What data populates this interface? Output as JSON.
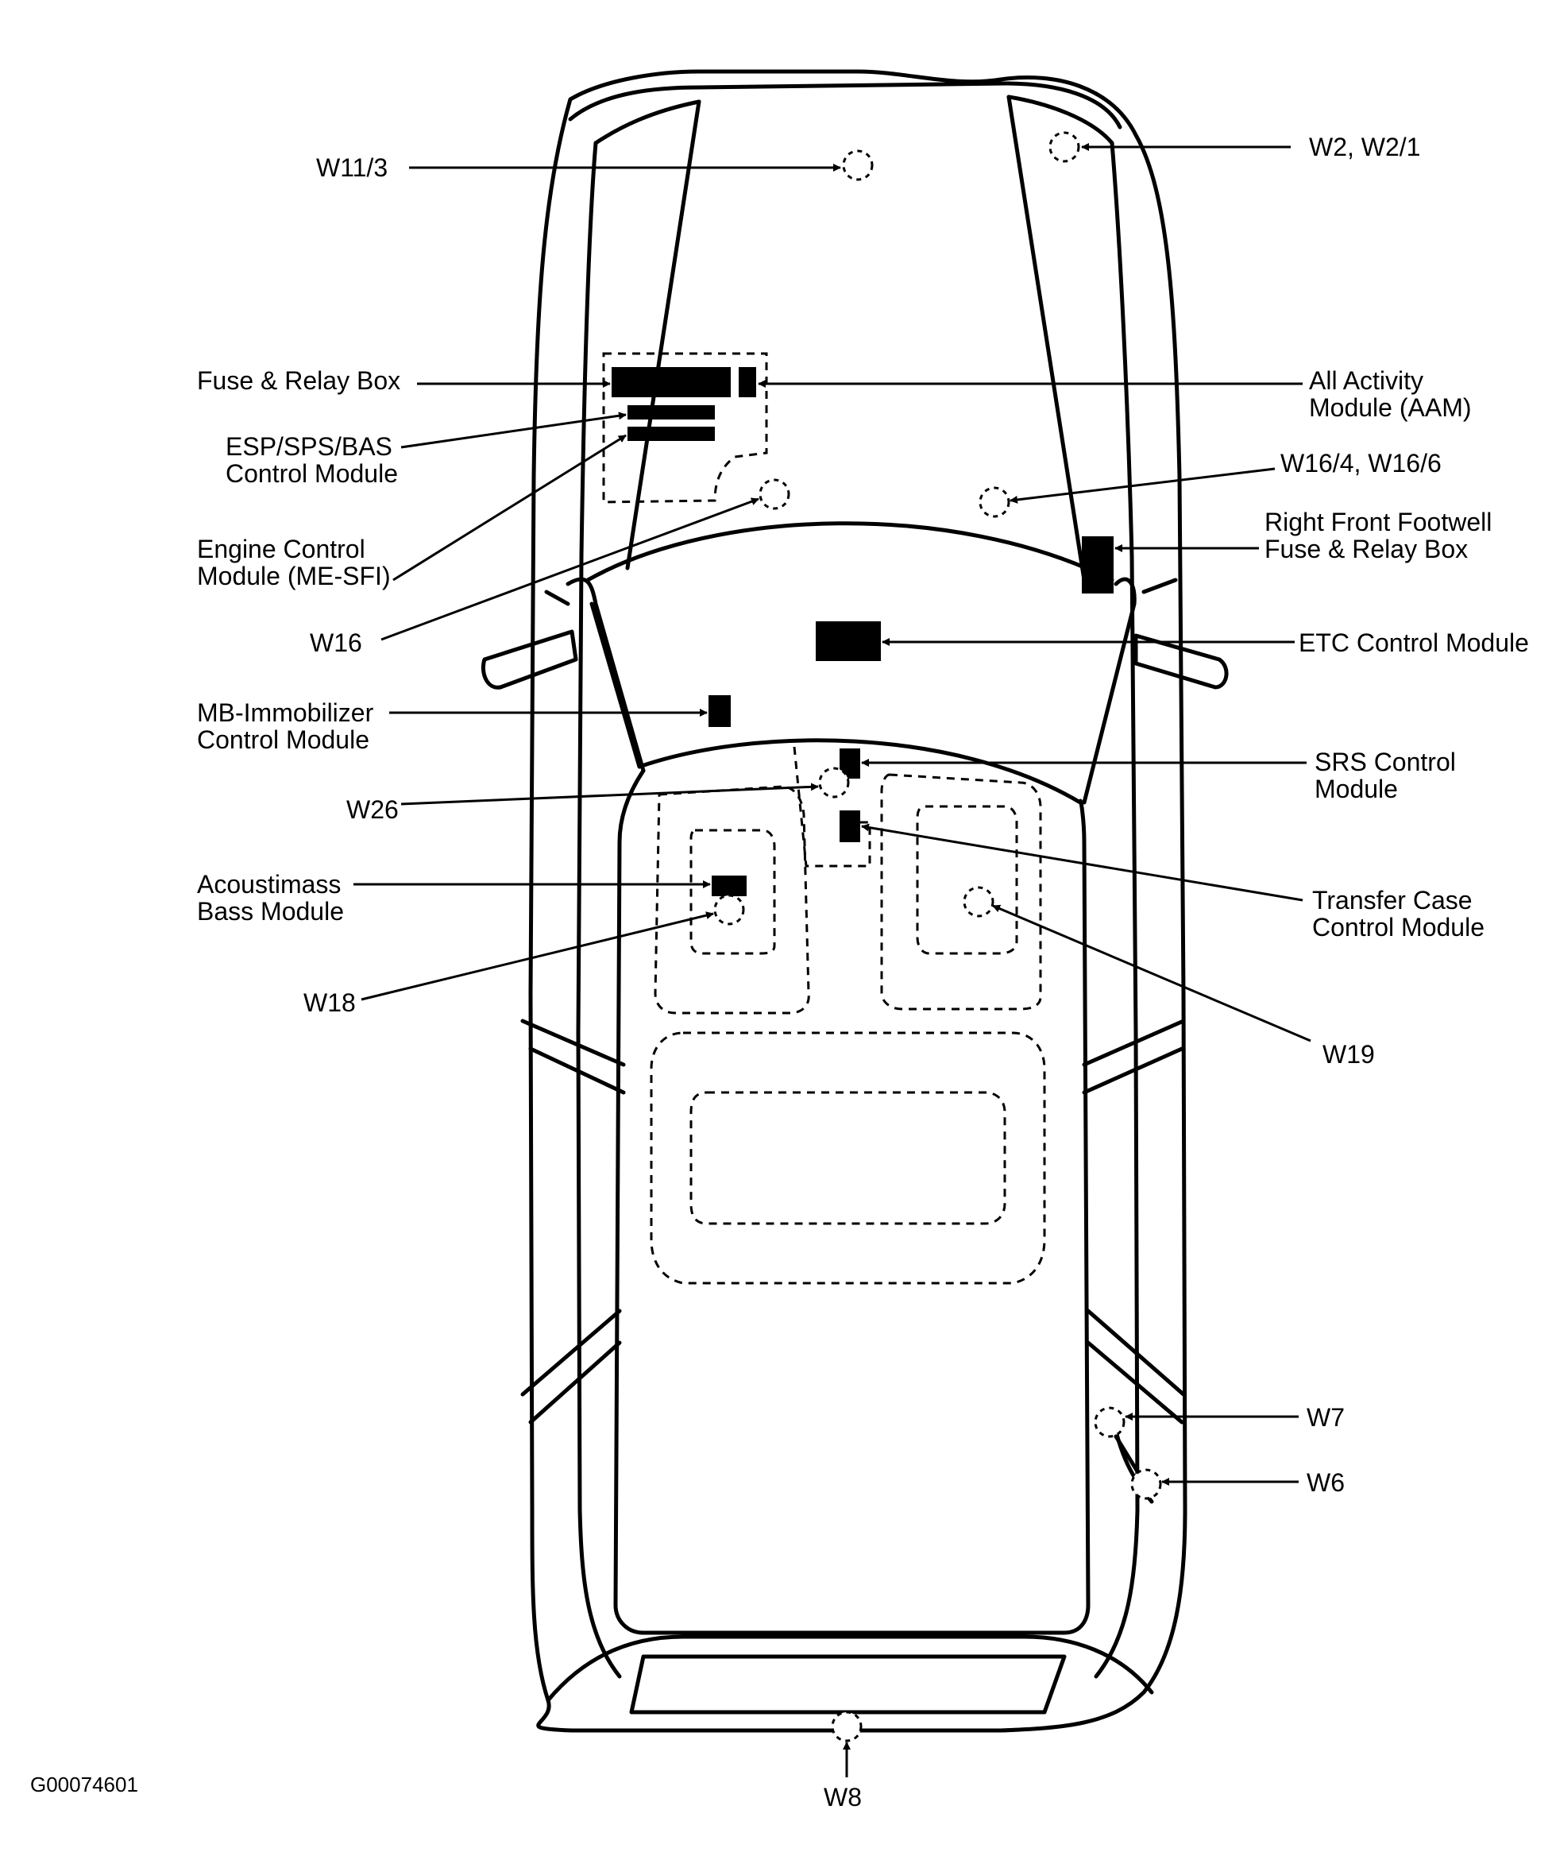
{
  "labels": {
    "w11_3": "W11/3",
    "w2": "W2, W2/1",
    "fuse_relay": "Fuse & Relay Box",
    "aam_1": "All Activity",
    "aam_2": "Module (AAM)",
    "esp_1": "ESP/SPS/BAS",
    "esp_2": "Control Module",
    "w16_4": "W16/4, W16/6",
    "ecm_1": "Engine Control",
    "ecm_2": "Module (ME-SFI)",
    "rff_1": "Right Front Footwell",
    "rff_2": "Fuse & Relay Box",
    "w16": "W16",
    "etc": "ETC Control Module",
    "immo_1": "MB-Immobilizer",
    "immo_2": "Control Module",
    "srs_1": "SRS Control",
    "srs_2": "Module",
    "w26": "W26",
    "tcc_1": "Transfer Case",
    "tcc_2": "Control Module",
    "acou_1": "Acoustimass",
    "acou_2": "Bass Module",
    "w18": "W18",
    "w19": "W19",
    "w7": "W7",
    "w6": "W6",
    "w8": "W8",
    "figure_id": "G00074601"
  }
}
